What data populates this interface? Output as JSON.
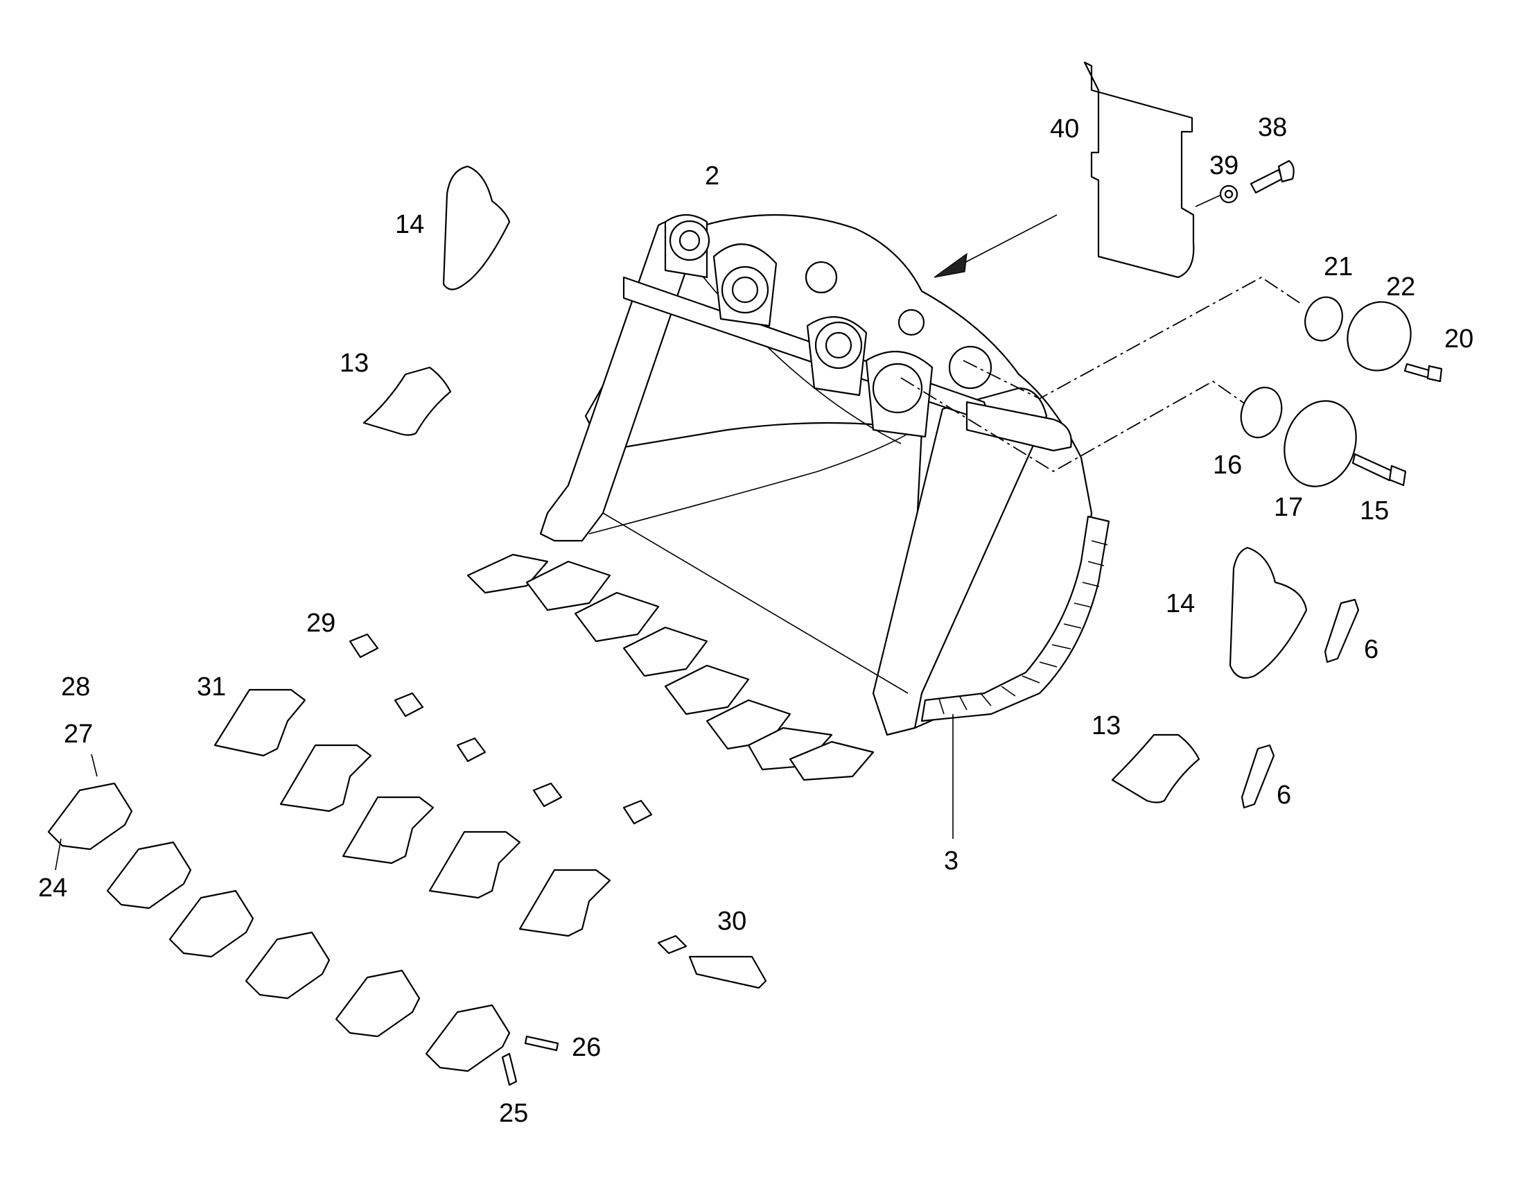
{
  "labels": {
    "p2": "2",
    "p3": "3",
    "p6a": "6",
    "p6b": "6",
    "p13a": "13",
    "p13b": "13",
    "p14a": "14",
    "p14b": "14",
    "p15": "15",
    "p16": "16",
    "p17": "17",
    "p20": "20",
    "p21": "21",
    "p22": "22",
    "p24": "24",
    "p25": "25",
    "p26": "26",
    "p27": "27",
    "p28": "28",
    "p29": "29",
    "p30": "30",
    "p31": "31",
    "p38": "38",
    "p39": "39",
    "p40": "40"
  },
  "colors": {
    "line": "#000000",
    "background": "#ffffff"
  }
}
